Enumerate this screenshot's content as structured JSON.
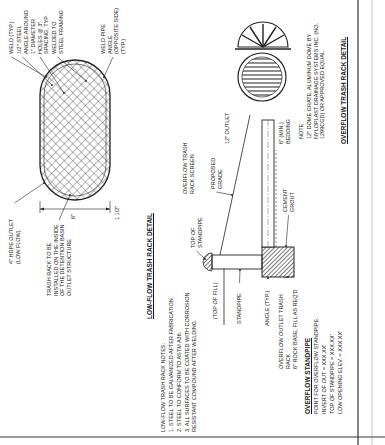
{
  "diagram": {
    "labels": [
      "WELD (TYP.)",
      "1/2\" STEEL ANGLE AROUND",
      "1\" DIAMETER HOLES @ 3\" SPACING, TYP.",
      "WELDED TO STEEL FRAMING",
      "WELD PIPE ANGLE (OPPOSITE SIDE) (TYP.)",
      "6\"",
      "1 1/2\"",
      "4\" HDPE OUTLET (LOW FLOW)",
      "TRASH RACK TO BE INSTALLED ON THE INSIDE OF THE DETENTION BASIN OUTLET STRUCTURE",
      "LOW-FLOW TRASH RACK DETAIL",
      "LOW-FLOW TRASH RACK NOTES:",
      "1. STEEL TO BE GALVANIZED AFTER FABRICATION.",
      "2. STEEL TO CONFORM TO ASTM A36.",
      "3. ALL SURFACES TO BE COATED WITH CORROSION RESISTANT COMPOUND AFTER WELDING.",
      "TOP OF STANDPIPE",
      "OVERFLOW TRASH RACK SCREEN",
      "PROPOSED GRADE",
      "12\" OUTLET",
      "6\" (MIN.) BEDDING",
      "CEMENT GROUT",
      "STANDPIPE",
      "(TOP OF FILL)",
      "ANGLE (TYP.)",
      "OVERFLOW OUTLET TRASH RACK",
      "6\" ROCK BASE, FILL AS REQ'D",
      "OVERFLOW STANDPIPE",
      "POINT FOR OVERFLOW STANDPIPE:",
      "INVERT OF OUT = XXX.XX'",
      "TOP OF STANDPIPE = XXX.XX'",
      "LOW OPENING ELEV. = XXX.XX'",
      "NOTE:",
      "12\" DOME GRATE, ALUMINUM DOME BY NYLOPLAST DRAINAGE SYSTEMS INC. (NO. 1299CGD) OR APPROVED EQUAL.",
      "OVERFLOW TRASH RACK DETAIL"
    ]
  }
}
